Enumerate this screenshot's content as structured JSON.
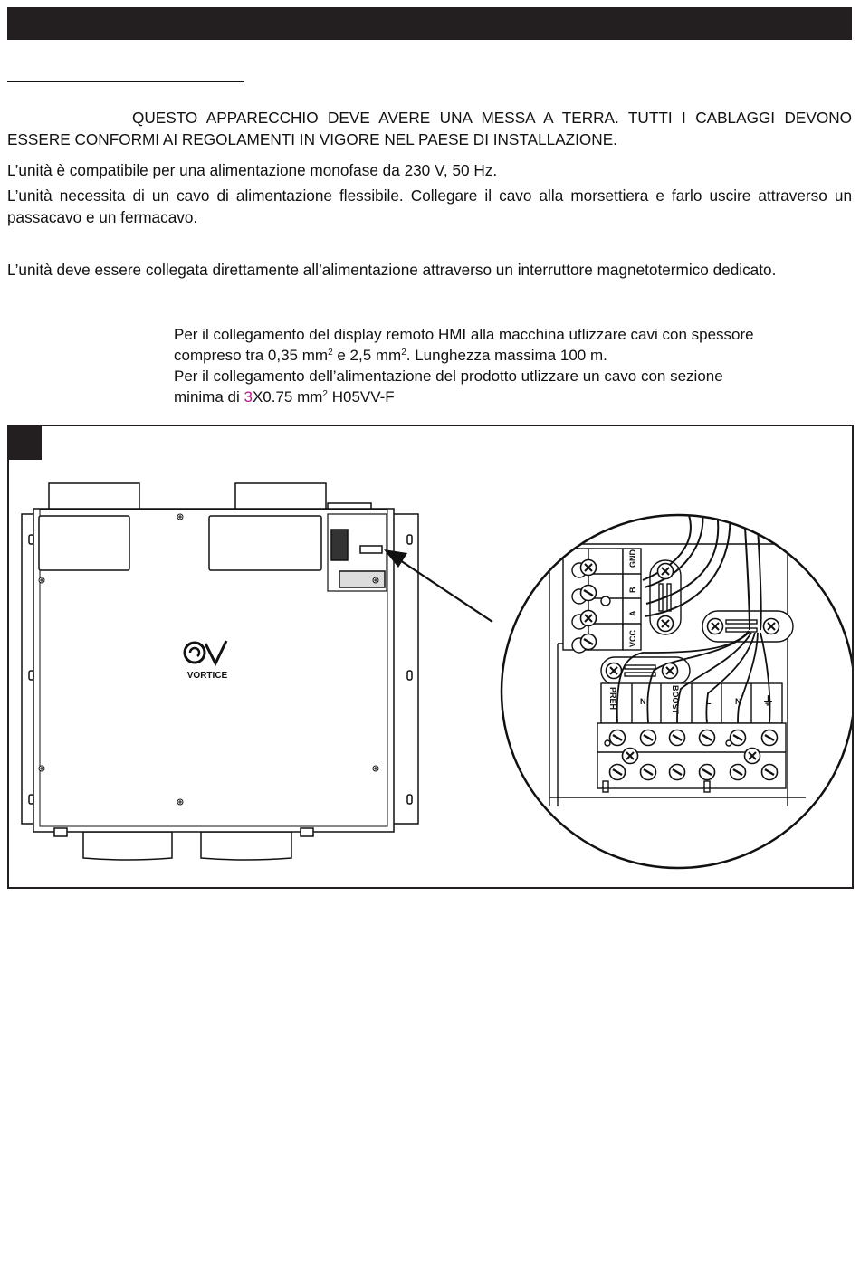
{
  "page": {
    "paragraph_1": "QUESTO APPARECCHIO DEVE AVERE UNA MESSA A TERRA. TUTTI I CABLAGGI DEVONO ESSERE CONFORMI AI REGOLAMENTI IN VIGORE NEL PAESE DI INSTALLAZIONE.",
    "paragraph_2": "L’unità è compatibile per una alimentazione monofase da 230 V, 50 Hz.",
    "paragraph_3": "L’unità necessita di un cavo di alimentazione flessibile. Collegare il cavo alla morsettiera e farlo uscire attraverso un passacavo e un fermacavo.",
    "paragraph_4": "L’unità deve essere collegata direttamente all’alimentazione attraverso un interruttore magnetotermico dedicato.",
    "note": {
      "line1": "Per il collegamento del display remoto HMI alla macchina utlizzare cavi con spessore",
      "line2_a": "compreso tra 0,35 mm",
      "sup": "2",
      "line2_b": " e 2,5 mm",
      "line2_c": ". Lunghezza massima 100 m.",
      "line3": "Per il collegamento dell’alimentazione del prodotto utlizzare un cavo con sezione",
      "line4_a": "minima di ",
      "line4_accent": "3",
      "line4_b": "X0.75 mm",
      "line4_c": " H05VV-F"
    }
  },
  "figure": {
    "brand": "VORTICE",
    "hmi_terminals": [
      "GND",
      "B",
      "A",
      "VCC"
    ],
    "power_terminals": [
      "PREH",
      "N",
      "BOOST",
      "L",
      "N",
      "⏚"
    ]
  },
  "colors": {
    "accent": "#c0188c",
    "dark": "#231f20"
  }
}
